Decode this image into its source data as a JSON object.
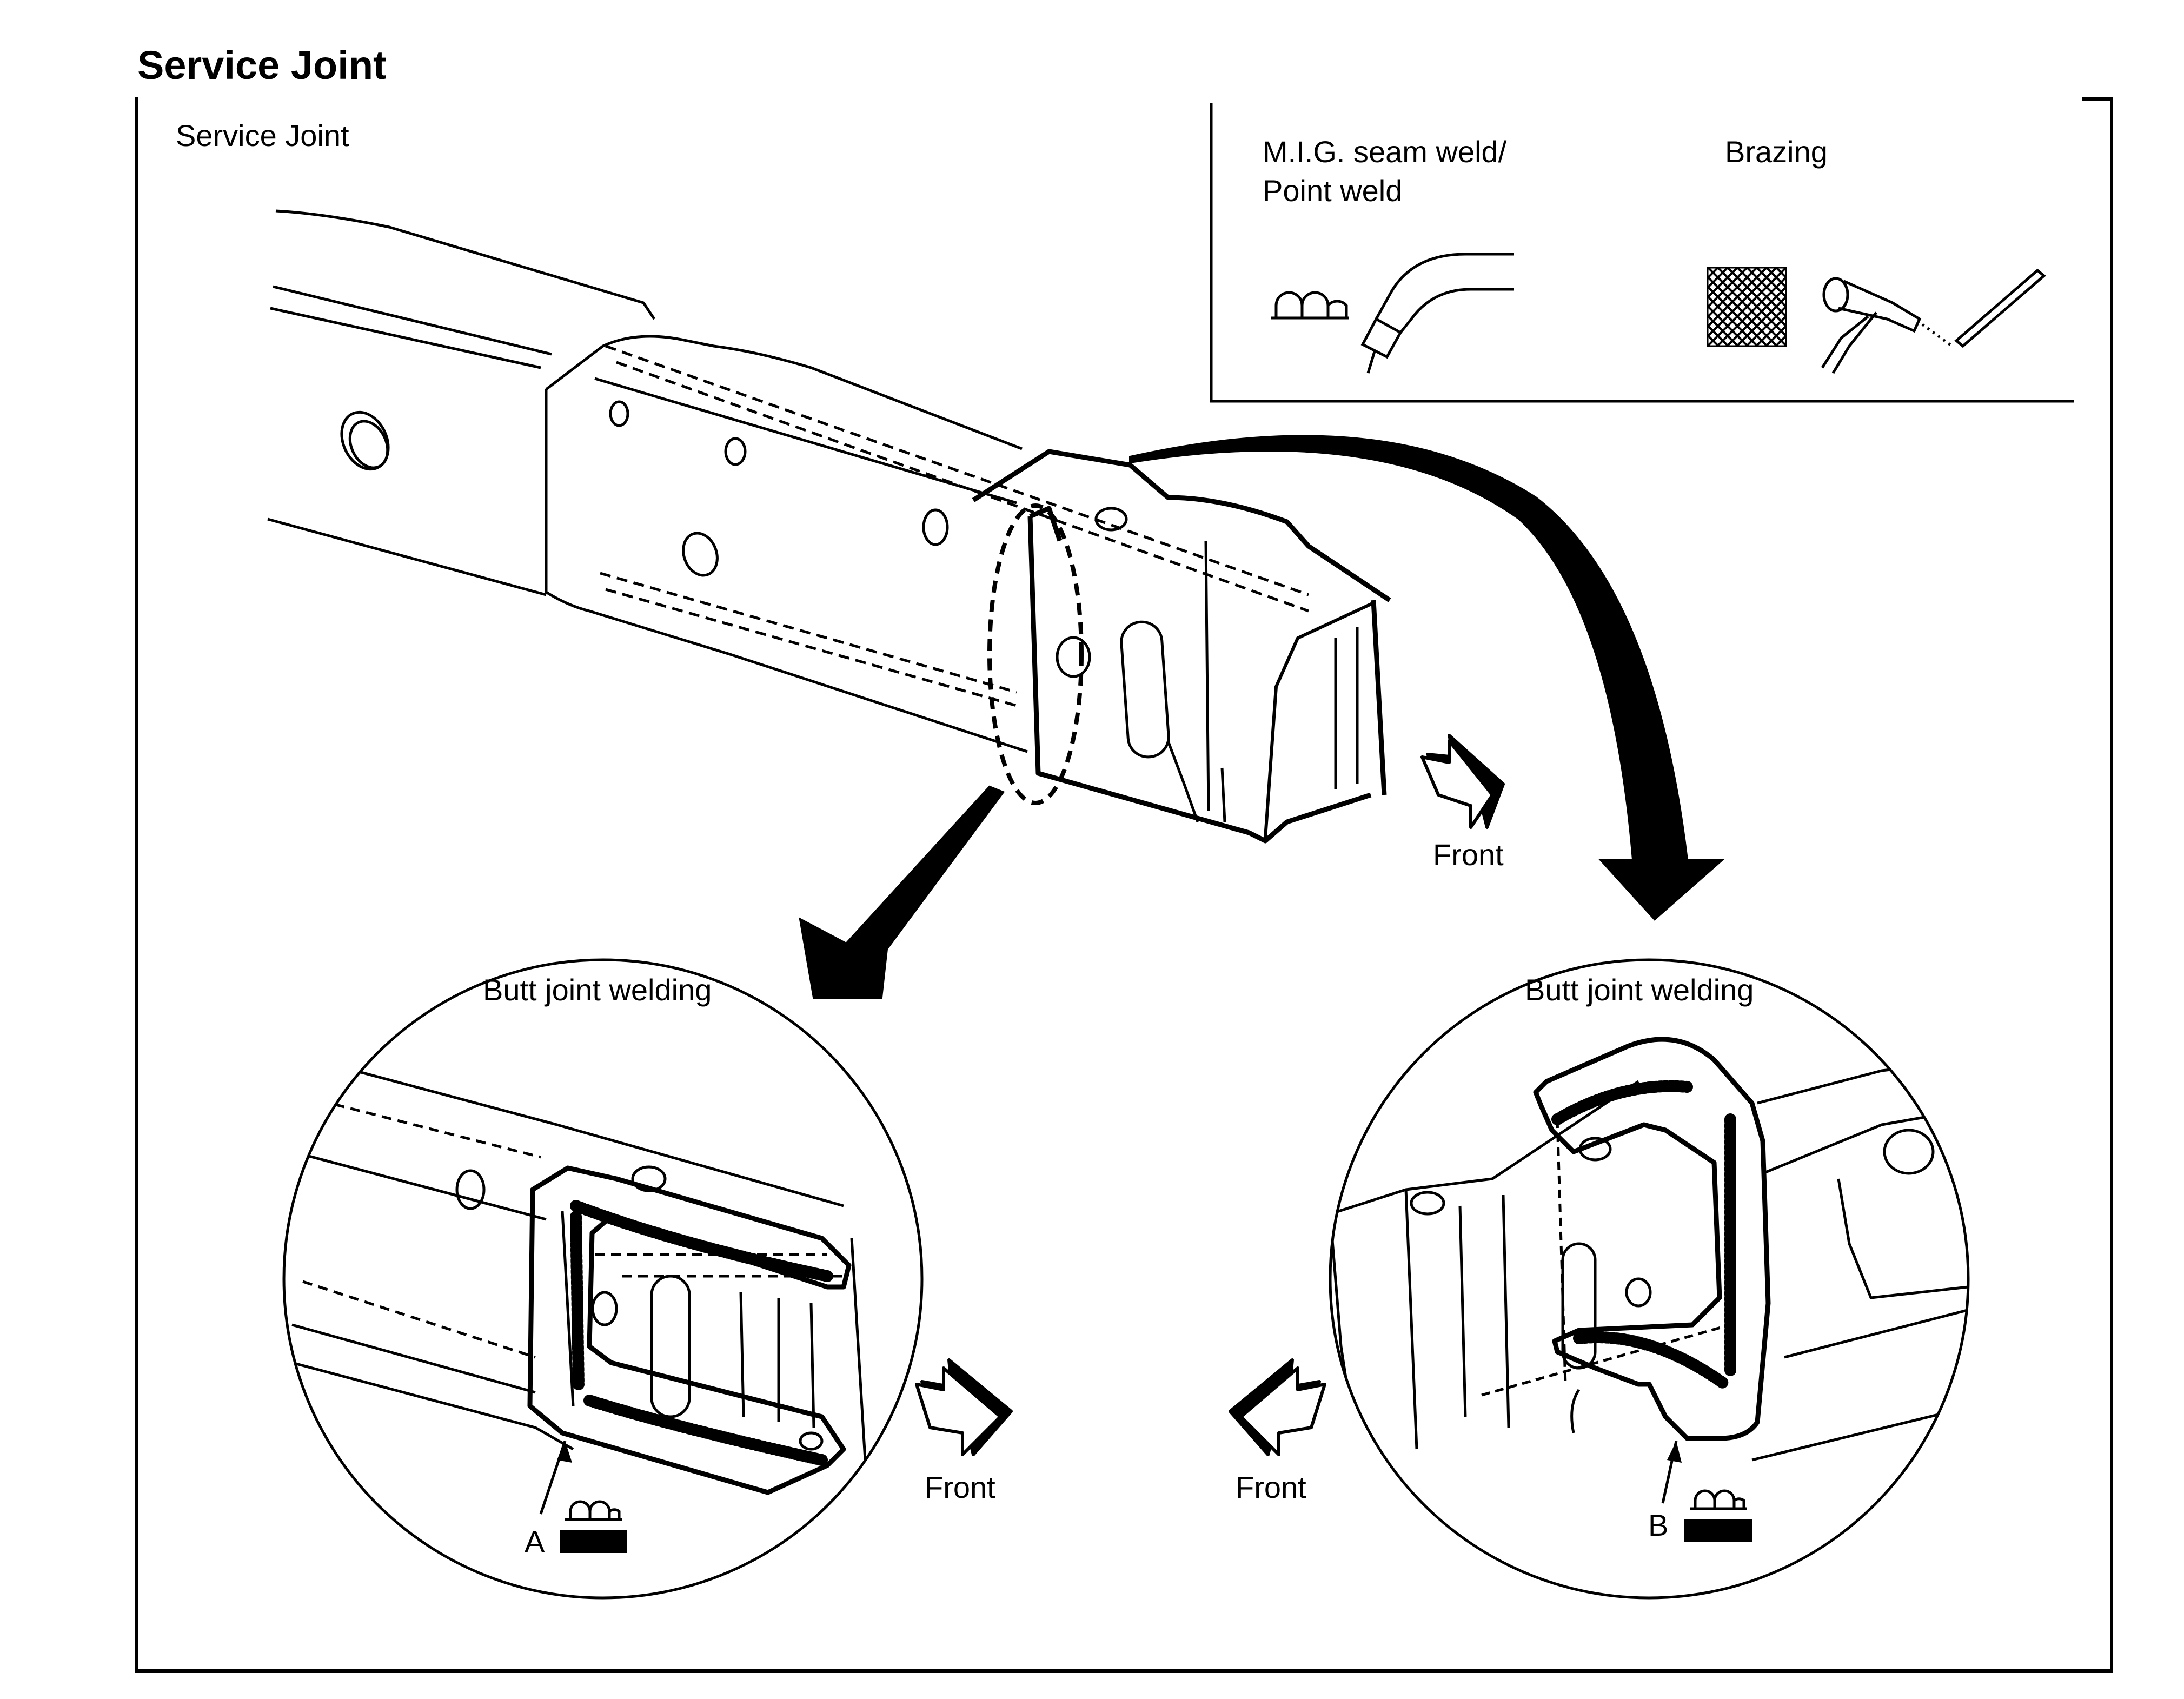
{
  "page": {
    "heading": "Service Joint"
  },
  "figure": {
    "subtitle": "Service Joint",
    "legend": {
      "mig_label_line1": "M.I.G. seam weld/",
      "mig_label_line2": "Point weld",
      "brazing_label": "Brazing",
      "mig_symbol_icon": "mig-weld-symbol-icon",
      "mig_torch_icon": "mig-torch-icon",
      "brazing_symbol_icon": "brazing-crosshatch-icon",
      "brazing_torch_icon": "brazing-torch-icon"
    },
    "main_view": {
      "front_label": "Front"
    },
    "detail_left": {
      "title": "Butt joint welding",
      "callout": "A",
      "front_label": "Front"
    },
    "detail_right": {
      "title": "Butt joint welding",
      "callout": "B",
      "front_label": "Front"
    }
  }
}
